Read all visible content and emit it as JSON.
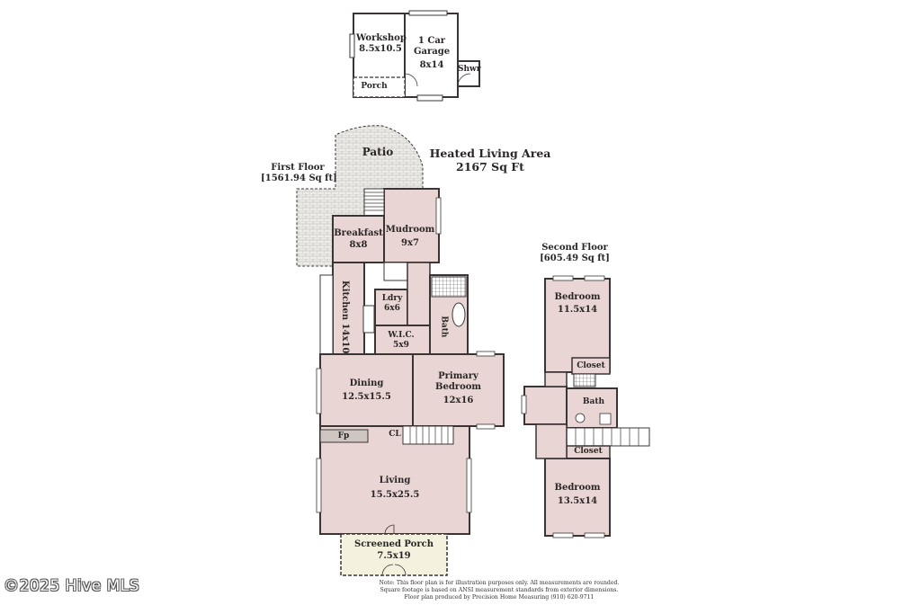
{
  "title": {
    "line1": "Heated Living Area",
    "line2": "2167 Sq Ft"
  },
  "first_floor": {
    "name": "First Floor",
    "area": "[1561.94 Sq ft]"
  },
  "second_floor": {
    "name": "Second Floor",
    "area": "[605.49 Sq ft]"
  },
  "rooms": {
    "workshop": {
      "name": "Workshop",
      "size": "8.5x10.5"
    },
    "garage": {
      "name1": "1 Car",
      "name2": "Garage",
      "size": "8x14"
    },
    "shwr": "Shwr",
    "porch": "Porch",
    "patio": "Patio",
    "breakfast": {
      "name": "Breakfast",
      "size": "8x8"
    },
    "mudroom": {
      "name": "Mudroom",
      "size": "9x7"
    },
    "kitchen": {
      "name": "Kitchen",
      "size": "14x10"
    },
    "laundry": {
      "name": "Ldry",
      "size": "6x6"
    },
    "bath1": "Bath",
    "wic": {
      "name": "W.I.C.",
      "size": "5x9"
    },
    "dining": {
      "name": "Dining",
      "size": "12.5x15.5"
    },
    "primary": {
      "name1": "Primary",
      "name2": "Bedroom",
      "size": "12x16"
    },
    "fireplace": "Fp",
    "closet_cl": "CL",
    "living": {
      "name": "Living",
      "size": "15.5x25.5"
    },
    "screened_porch": {
      "name": "Screened Porch",
      "size": "7.5x19"
    },
    "bedroom_up1": {
      "name": "Bedroom",
      "size": "11.5x14"
    },
    "closet_up1": "Closet",
    "bath_up": "Bath",
    "closet_up2": "Closet",
    "bedroom_up2": {
      "name": "Bedroom",
      "size": "13.5x14"
    }
  },
  "note": {
    "line1": "Note: This floor plan is for illustration purposes only. All measurements are rounded.",
    "line2": "Square footage is based on ANSI measurement standards from exterior dimensions.",
    "line3": "Floor plan produced by Precision Home Measuring (910) 620-9711"
  },
  "watermark": "©2025 Hive MLS",
  "colors": {
    "room_fill": "#e9d6d4",
    "wall": "#3a3434",
    "patio_fill": "#e6e4e0",
    "porch_fill": "#f4f2de"
  }
}
